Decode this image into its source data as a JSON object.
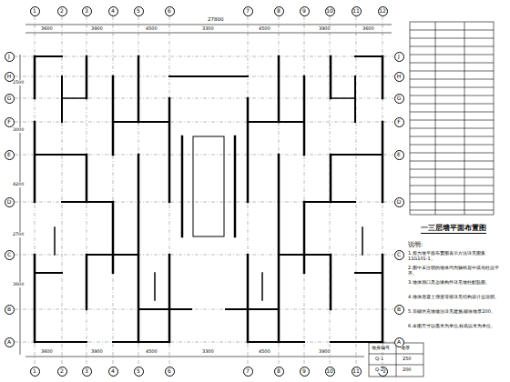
{
  "diagram": {
    "title": "一三层墙平面布置图",
    "nodes": [
      {
        "text": [
          "1"
        ]
      },
      {
        "text": [
          "2"
        ]
      },
      {
        "text": [
          "3"
        ]
      },
      {
        "text": [
          "4"
        ]
      },
      {
        "text": [
          "5"
        ]
      },
      {
        "text": [
          "6"
        ]
      },
      {
        "text": [
          "7"
        ]
      },
      {
        "text": [
          "8"
        ]
      },
      {
        "text": [
          "9"
        ]
      },
      {
        "text": [
          "10"
        ]
      },
      {
        "text": [
          "11"
        ]
      },
      {
        "text": [
          "12"
        ]
      },
      {
        "text": [
          "J"
        ]
      },
      {
        "text": [
          "H"
        ]
      },
      {
        "text": [
          "G"
        ]
      },
      {
        "text": [
          "F"
        ]
      },
      {
        "text": [
          "E"
        ]
      },
      {
        "text": [
          "D"
        ]
      },
      {
        "text": [
          "C"
        ]
      },
      {
        "text": [
          "B"
        ]
      },
      {
        "text": [
          "A"
        ]
      },
      {
        "text": [
          "J"
        ]
      },
      {
        "text": [
          "H"
        ]
      },
      {
        "text": [
          "G"
        ]
      },
      {
        "text": [
          "F"
        ]
      },
      {
        "text": [
          "E"
        ]
      },
      {
        "text": [
          "D"
        ]
      },
      {
        "text": [
          "C"
        ]
      },
      {
        "text": [
          "B"
        ]
      },
      {
        "text": [
          "A"
        ]
      },
      {
        "text": [
          "1"
        ]
      },
      {
        "text": [
          "2"
        ]
      },
      {
        "text": [
          "3"
        ]
      },
      {
        "text": [
          "4"
        ]
      },
      {
        "text": [
          "5"
        ]
      },
      {
        "text": [
          "6"
        ]
      },
      {
        "text": [
          "7"
        ]
      },
      {
        "text": [
          "8"
        ]
      },
      {
        "text": [
          "9"
        ]
      },
      {
        "text": [
          "10"
        ]
      },
      {
        "text": [
          "11"
        ]
      },
      {
        "text": [
          "12"
        ]
      }
    ],
    "labels": [
      "说明:",
      "1.剪力墙平面布置图表示方法详见图集11G101-1。",
      "2.图中未注明的墙体均为轴线居中或与柱边平齐。",
      "3.墙体洞口及边缘构件详见墙柱配筋图。",
      "4.墙体混凝土强度等级详见结构设计总说明。",
      "5.后砌填充墙做法详见建施,砌块墙厚200。",
      "6.本图尺寸以毫米为单位,标高以米为单位。",
      "墙身编号",
      "墙厚",
      "Q-1",
      "250",
      "Q-2",
      "200",
      "27800",
      "3600",
      "3900",
      "4500",
      "3300",
      "4500",
      "3900",
      "3600",
      "3600",
      "3900",
      "4500",
      "3300",
      "4500",
      "3900",
      "1500",
      "3000",
      "4200",
      "2700",
      "3600"
    ]
  }
}
